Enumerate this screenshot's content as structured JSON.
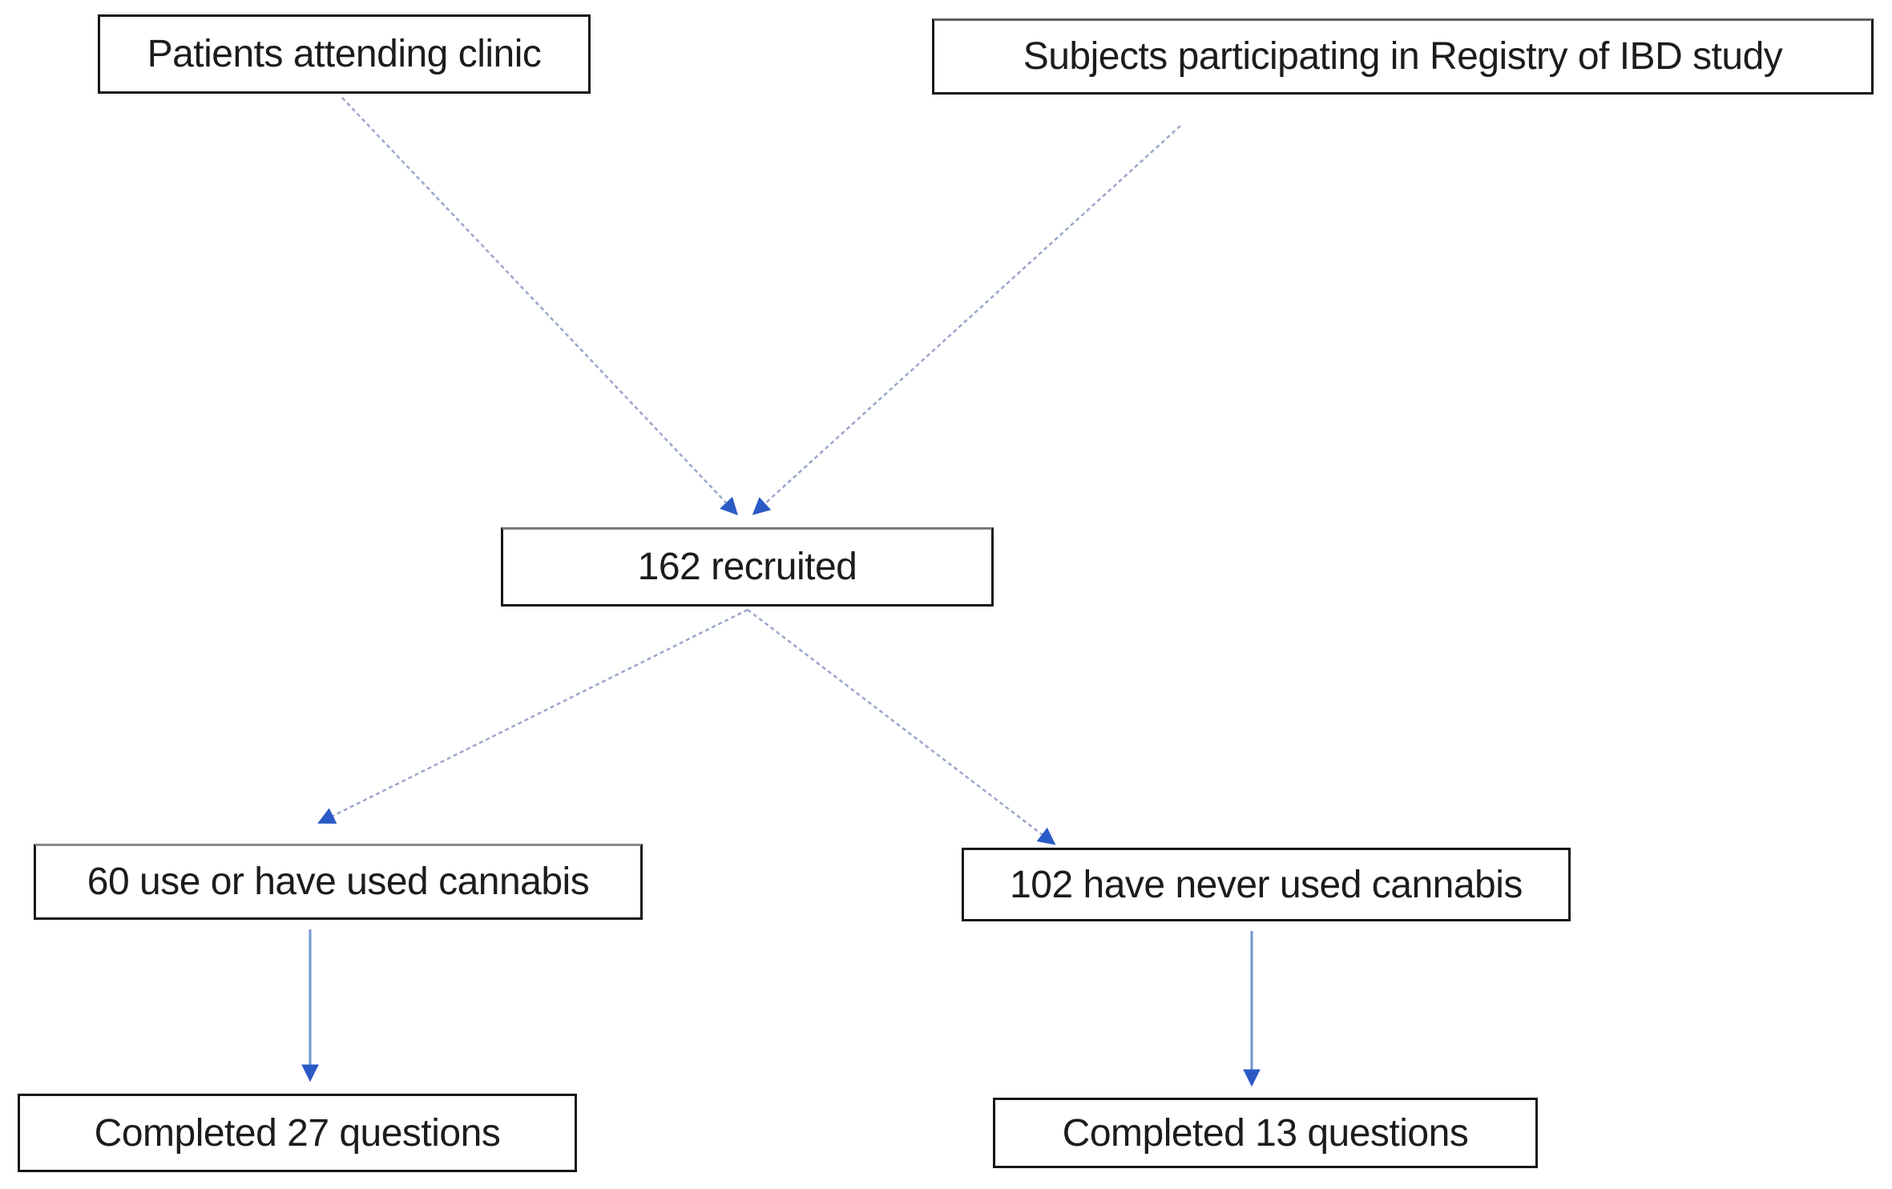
{
  "diagram": {
    "type": "flowchart",
    "background": "#ffffff",
    "nodes": [
      {
        "id": "clinic",
        "label": "Patients attending clinic"
      },
      {
        "id": "registry",
        "label": "Subjects participating in Registry of IBD study"
      },
      {
        "id": "recruited",
        "label": "162 recruited"
      },
      {
        "id": "cannabis_users",
        "label": "60 use or have used cannabis"
      },
      {
        "id": "never_users",
        "label": "102 have never used cannabis"
      },
      {
        "id": "users_completed",
        "label": "Completed 27 questions"
      },
      {
        "id": "never_completed",
        "label": "Completed 13 questions"
      }
    ],
    "edges": [
      {
        "from": "clinic",
        "to": "recruited"
      },
      {
        "from": "registry",
        "to": "recruited"
      },
      {
        "from": "recruited",
        "to": "cannabis_users"
      },
      {
        "from": "recruited",
        "to": "never_users"
      },
      {
        "from": "cannabis_users",
        "to": "users_completed"
      },
      {
        "from": "never_users",
        "to": "never_completed"
      }
    ],
    "colors": {
      "box_border": "#161616",
      "box_background": "#ffffff",
      "text": "#1c1c1c",
      "diagonal_line": "#9aa6cb",
      "vertical_line": "#6f96d2",
      "arrowhead": "#2a5ac6"
    }
  }
}
